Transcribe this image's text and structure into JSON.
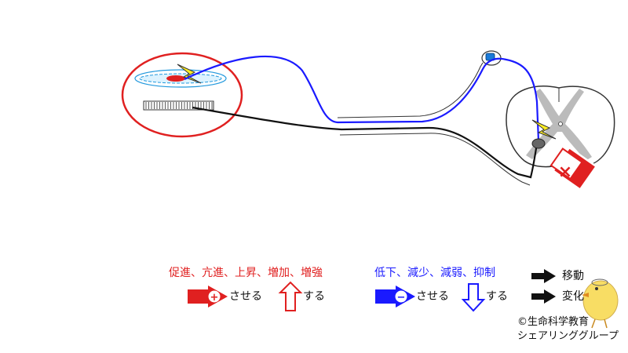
{
  "legend": {
    "increase_words": "促進、亢進、上昇、増加、増強",
    "decrease_words": "低下、減少、減弱、抑制",
    "make_increase": "させる",
    "make_decrease": "させる",
    "do_increase": "する",
    "do_decrease": "する",
    "move": "移動",
    "change": "変化",
    "plus_sign": "+",
    "minus_sign": "−",
    "cross_sign": "×"
  },
  "credit": {
    "line1": "©生命科学教育",
    "line2": "シェアリンググループ"
  },
  "colors": {
    "red": "#e02020",
    "blue": "#1a1aff",
    "black": "#111111",
    "gray": "#bbbbbb",
    "yellow": "#ffee22"
  }
}
